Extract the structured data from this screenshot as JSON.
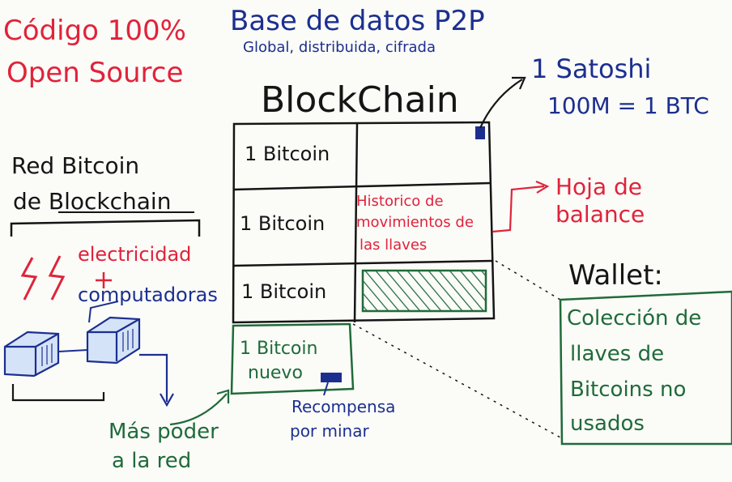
{
  "open_source": {
    "line1": "Código 100%",
    "line2": "Open Source"
  },
  "database": {
    "title": "Base de datos P2P",
    "subtitle": "Global, distribuida, cifrada"
  },
  "blockchain_title": "BlockChain",
  "satoshi": {
    "label": "1 Satoshi",
    "equivalence": "100M = 1 BTC"
  },
  "table": {
    "row1": "1 Bitcoin",
    "row2": "1 Bitcoin",
    "row3": "1 Bitcoin",
    "history": [
      "Historico de",
      "movimientos de",
      "las llaves"
    ],
    "new_block": [
      "1 Bitcoin",
      "nuevo"
    ]
  },
  "balance": "Hoja de balance",
  "network": {
    "line1": "Red Bitcoin",
    "line2": "de Blockchain"
  },
  "electricity": "electricidad",
  "plus": "+",
  "computers": "computadoras",
  "more_power": [
    "Más poder",
    "a la red"
  ],
  "reward": [
    "Recompensa",
    "por minar"
  ],
  "wallet": {
    "title": "Wallet:",
    "lines": [
      "Colección de",
      "llaves de",
      "Bitcoins no",
      "usados"
    ]
  },
  "colors": {
    "red": "#e0233a",
    "blue": "#1c2f8f",
    "green": "#1f6b3a",
    "ink": "#151515"
  }
}
